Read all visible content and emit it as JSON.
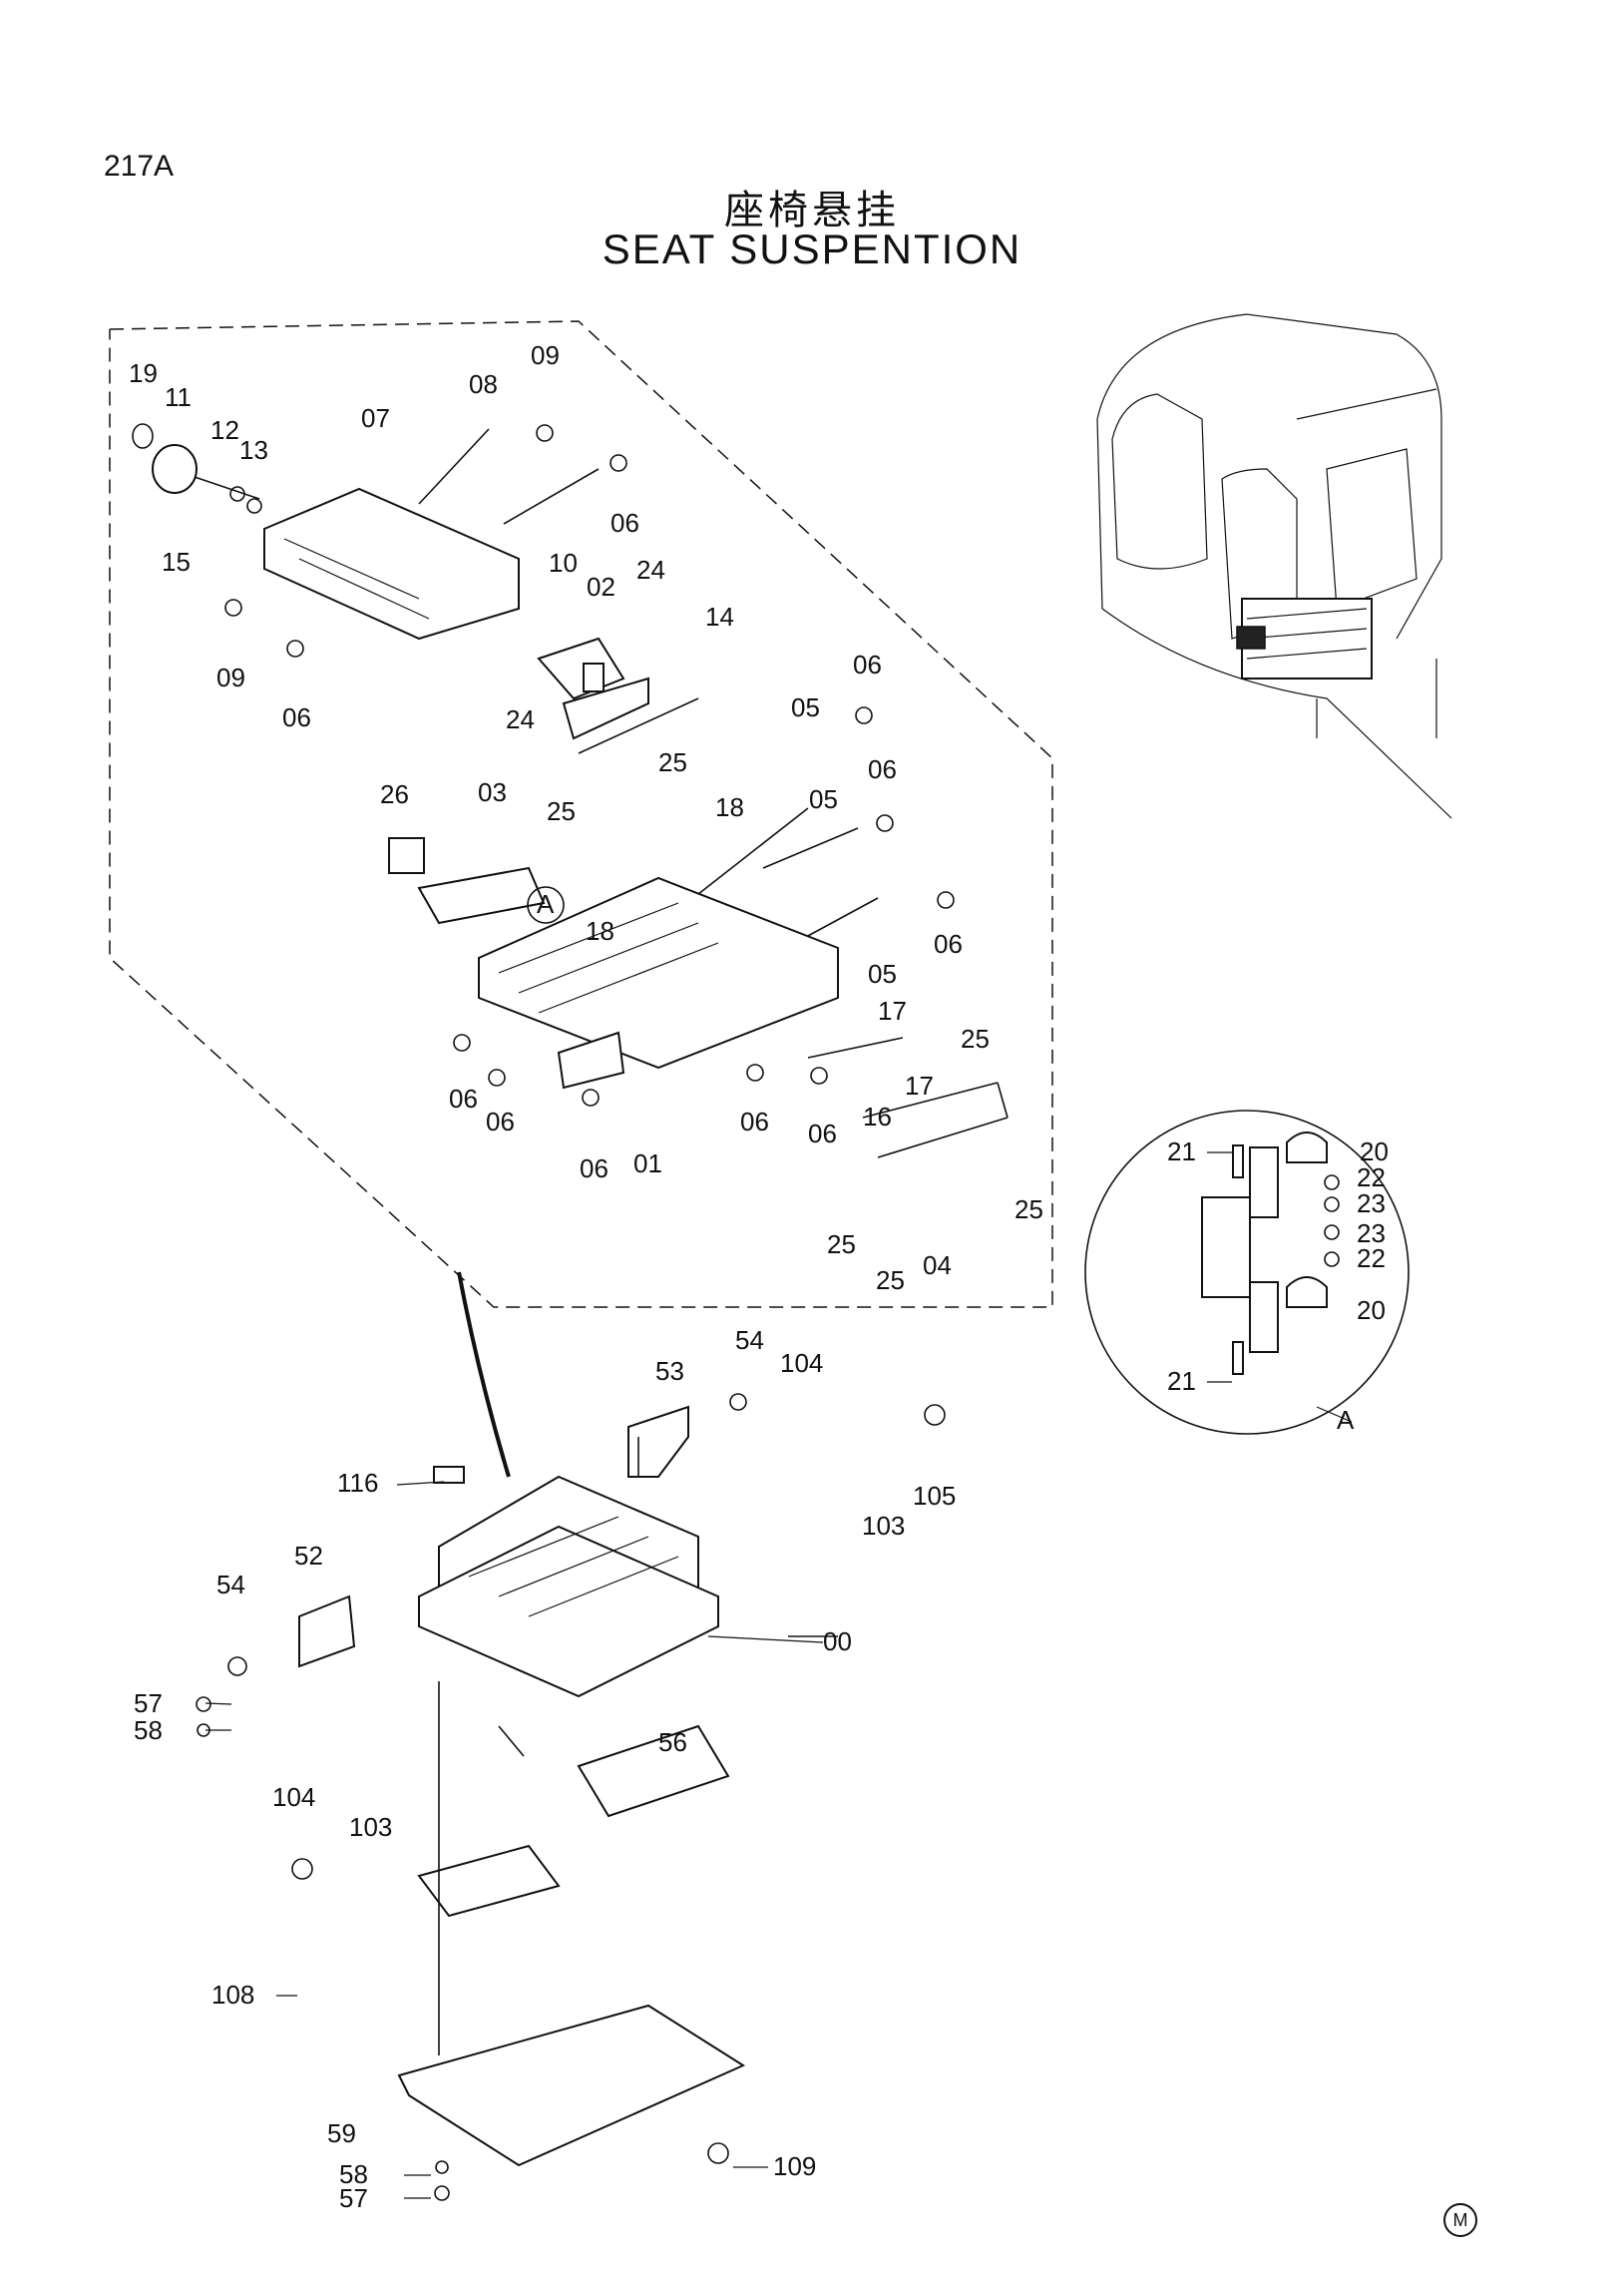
{
  "header": {
    "page_code": "217A",
    "title_cn": "座椅悬挂",
    "title_en": "SEAT SUSPENTION"
  },
  "detail_view": {
    "letter": "A"
  },
  "maker_mark": "M",
  "labels": {
    "p19": "19",
    "p11": "11",
    "p12": "12",
    "p13": "13",
    "p15": "15",
    "p07": "07",
    "p08": "08",
    "p09a": "09",
    "p10": "10",
    "p06a": "06",
    "p09b": "09",
    "p06b": "06",
    "p02": "02",
    "p24a": "24",
    "p14": "14",
    "p24b": "24",
    "p25a": "25",
    "p25b": "25",
    "p06c": "06",
    "p05a": "05",
    "p26": "26",
    "p03": "03",
    "p18a": "18",
    "p06d": "06",
    "p05b": "05",
    "p18b": "18",
    "p06e": "06",
    "p05c": "05",
    "p17a": "17",
    "p17b": "17",
    "p25c": "25",
    "p06f": "06",
    "p06g": "06",
    "p06h": "06",
    "p06i": "06",
    "p16": "16",
    "p06j": "06",
    "p01": "01",
    "p25d": "25",
    "p25e": "25",
    "p04": "04",
    "p25f": "25",
    "p21a": "21",
    "p20a": "20",
    "p22a": "22",
    "p23a": "23",
    "p23b": "23",
    "p22b": "22",
    "p20b": "20",
    "p21b": "21",
    "p53": "53",
    "p54a": "54",
    "p104a": "104",
    "p116": "116",
    "p105": "105",
    "p103a": "103",
    "p52": "52",
    "p54b": "54",
    "p00": "00",
    "p57a": "57",
    "p58a": "58",
    "p104b": "104",
    "p103b": "103",
    "p56": "56",
    "p108": "108",
    "p59": "59",
    "p109": "109",
    "p58b": "58",
    "p57b": "57"
  }
}
